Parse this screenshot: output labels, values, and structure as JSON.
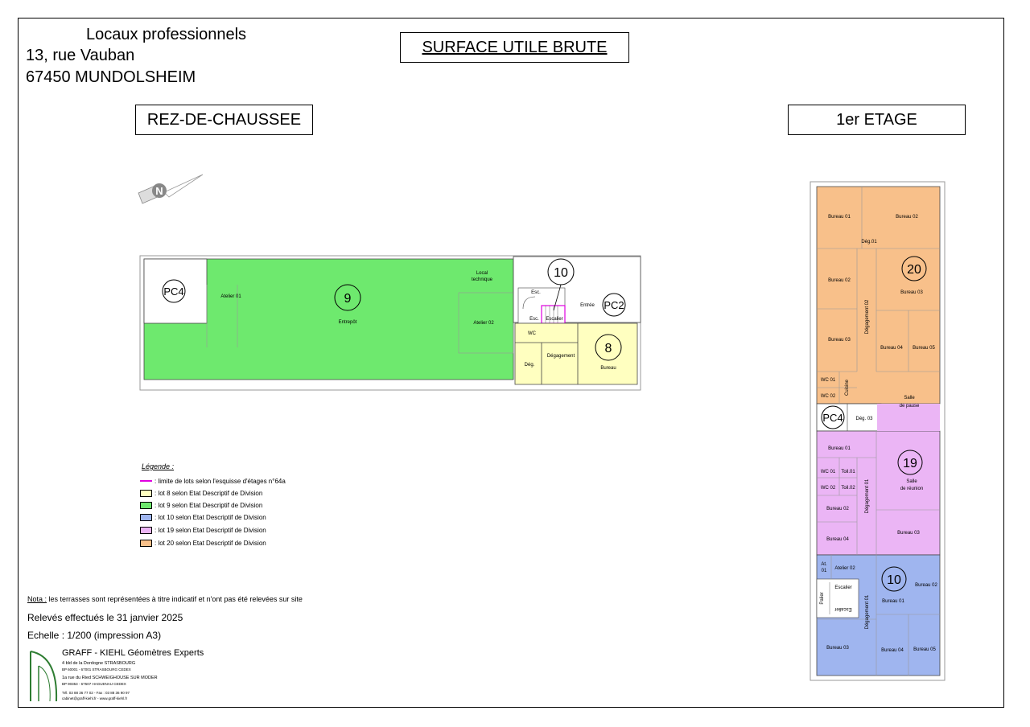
{
  "header": {
    "line1": "Locaux professionnels",
    "line2": "13, rue Vauban",
    "line3": "67450 MUNDOLSHEIM"
  },
  "main_title": "SURFACE UTILE BRUTE",
  "levels": {
    "ground": "REZ-DE-CHAUSSEE",
    "first": "1er ETAGE"
  },
  "compass": {
    "letter": "N"
  },
  "ground_floor": {
    "lots": {
      "lot9": "9",
      "lot10": "10",
      "lot8": "8"
    },
    "markers": {
      "pc4": "PC4",
      "pc2": "PC2"
    },
    "rooms": {
      "atelier01": "Atelier 01",
      "entrepot": "Entrepôt",
      "local_technique_1": "Local",
      "local_technique_2": "technique",
      "atelier02": "Atelier 02",
      "esc1": "Esc.",
      "esc2": "Esc.",
      "escalier": "Escalier",
      "entree": "Entrée",
      "wc": "WC",
      "degagement": "Dégagement",
      "deg": "Dég.",
      "bureau": "Bureau"
    }
  },
  "first_floor": {
    "lots": {
      "lot20": "20",
      "lot19": "19",
      "lot10": "10"
    },
    "markers": {
      "pc4": "PC4"
    },
    "rooms": {
      "l20_bureau01": "Bureau 01",
      "l20_bureau02_top": "Bureau 02",
      "l20_deg01": "Dég.01",
      "l20_bureau02": "Bureau 02",
      "l20_bureau03_right": "Bureau 03",
      "l20_degagement02": "Dégagement 02",
      "l20_bureau03": "Bureau 03",
      "l20_bureau04": "Bureau 04",
      "l20_bureau05": "Bureau 05",
      "l20_wc01": "WC 01",
      "l20_wc02": "WC 02",
      "l20_cuisine": "Cuisine",
      "l20_salle1": "Salle",
      "l20_salle2": "de pause",
      "deg03": "Dég. 03",
      "l19_bureau01": "Bureau 01",
      "l19_wc01": "WC 01",
      "l19_toil01": "Toil.01",
      "l19_wc02": "WC 02",
      "l19_toil02": "Toil.02",
      "l19_salle1": "Salle",
      "l19_salle2": "de réunion",
      "l19_degagement01": "Dégagement 01",
      "l19_bureau02": "Bureau 02",
      "l19_bureau03": "Bureau 03",
      "l19_bureau04": "Bureau 04",
      "l10_at01a": "At.",
      "l10_at01b": "01",
      "l10_atelier02": "Atelier 02",
      "l10_escalier": "Escalier",
      "l10_escalier_flip": "Escalier",
      "l10_palier": "Palier",
      "l10_bureau02": "Bureau 02",
      "l10_bureau01": "Bureau 01",
      "l10_degagement01": "Dégagement 01",
      "l10_bureau03": "Bureau 03",
      "l10_bureau04": "Bureau 04",
      "l10_bureau05": "Bureau 05"
    }
  },
  "legend": {
    "title": "Légende :",
    "items": [
      {
        "text": ": limite de lots selon l'esquisse d'étages n°64a",
        "kind": "line",
        "color": "#e000e0"
      },
      {
        "text": ": lot 8 selon Etat Descriptif de Division",
        "kind": "swatch",
        "color": "#ffffc0"
      },
      {
        "text": ": lot 9 selon Etat Descriptif de Division",
        "kind": "swatch",
        "color": "#6ee96e"
      },
      {
        "text": ": lot 10 selon Etat Descriptif de Division",
        "kind": "swatch",
        "color": "#9fb5ef"
      },
      {
        "text": ": lot 19 selon Etat Descriptif de Division",
        "kind": "swatch",
        "color": "#ebb5f5"
      },
      {
        "text": ": lot 20 selon Etat Descriptif de Division",
        "kind": "swatch",
        "color": "#f8c08a"
      }
    ]
  },
  "note": {
    "label": "Nota :",
    "text": " les terrasses sont représentées à titre indicatif et n'ont pas été relevées sur site"
  },
  "survey_date": "Relevés effectués le 31 janvier 2025",
  "scale": "Echelle : 1/200 (impression A3)",
  "firm": {
    "name": "GRAFF - KIEHL Géomètres Experts",
    "addr1": "4 bld de la Dordogne STRASBOURG",
    "addr1b": "BP 60001 - 67001 STRASBOURG CEDEX",
    "addr2": "1a rue du Ried SCHWEIGHOUSE SUR MODER",
    "addr2b": "BP 90353 - 67507 HAGUENAU CEDEX",
    "phone": "Tél. 03 88 36 77 02 - Fax : 03 88 36 90 97",
    "email": "cabinet@graff-kiehl.fr - www.graff-kiehl.fr"
  },
  "colors": {
    "lot8": "#ffffc0",
    "lot9": "#6ee96e",
    "lot10": "#9fb5ef",
    "lot19": "#ebb5f5",
    "lot20": "#f8c08a",
    "lot_limit": "#e000e0"
  }
}
